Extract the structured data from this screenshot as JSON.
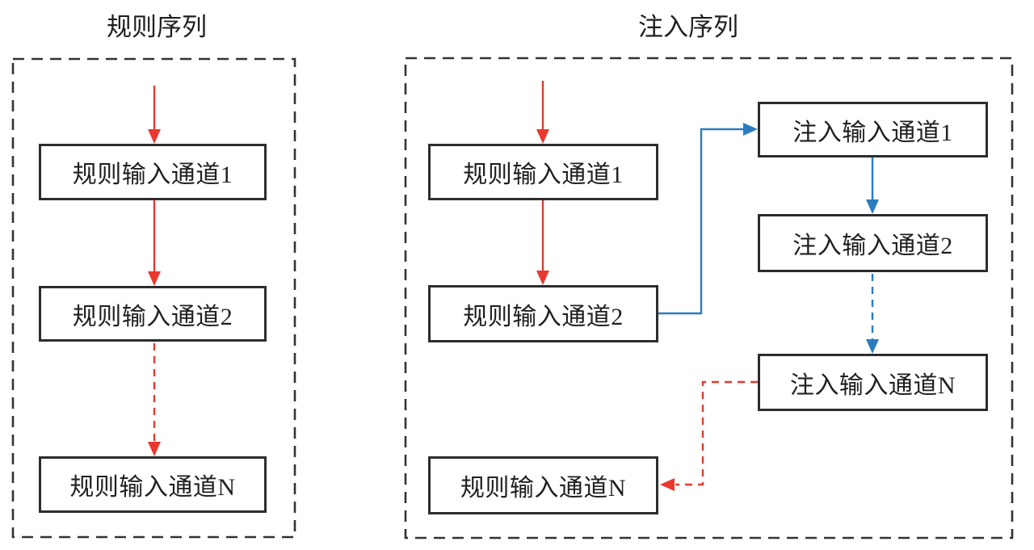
{
  "left_panel": {
    "title": "规则序列",
    "boxes": [
      {
        "label": "规则输入通道1"
      },
      {
        "label": "规则输入通道2"
      },
      {
        "label": "规则输入通道N"
      }
    ]
  },
  "right_panel": {
    "title": "注入序列",
    "rule_boxes": [
      {
        "label": "规则输入通道1"
      },
      {
        "label": "规则输入通道2"
      },
      {
        "label": "规则输入通道N"
      }
    ],
    "injection_boxes": [
      {
        "label": "注入输入通道1"
      },
      {
        "label": "注入输入通道2"
      },
      {
        "label": "注入输入通道N"
      }
    ]
  },
  "edges": [
    {
      "from": "entry-left",
      "to": "left 规则输入通道1",
      "style": "solid",
      "color": "red"
    },
    {
      "from": "left 规则输入通道1",
      "to": "left 规则输入通道2",
      "style": "solid",
      "color": "red"
    },
    {
      "from": "left 规则输入通道2",
      "to": "left 规则输入通道N",
      "style": "dashed",
      "color": "red"
    },
    {
      "from": "entry-right",
      "to": "right 规则输入通道1",
      "style": "solid",
      "color": "red"
    },
    {
      "from": "right 规则输入通道1",
      "to": "right 规则输入通道2",
      "style": "solid",
      "color": "red"
    },
    {
      "from": "right 规则输入通道2",
      "to": "注入输入通道1",
      "style": "solid",
      "color": "blue"
    },
    {
      "from": "注入输入通道1",
      "to": "注入输入通道2",
      "style": "solid",
      "color": "blue"
    },
    {
      "from": "注入输入通道2",
      "to": "注入输入通道N",
      "style": "dashed",
      "color": "blue"
    },
    {
      "from": "注入输入通道N",
      "to": "right 规则输入通道N",
      "style": "dashed",
      "color": "red"
    }
  ],
  "colors": {
    "rule_flow": "#e8392e",
    "injection_flow": "#2b7cbe",
    "box_border": "#2d2d2d",
    "panel_border": "#333333",
    "text": "#1f1f1f",
    "background": "#ffffff"
  }
}
